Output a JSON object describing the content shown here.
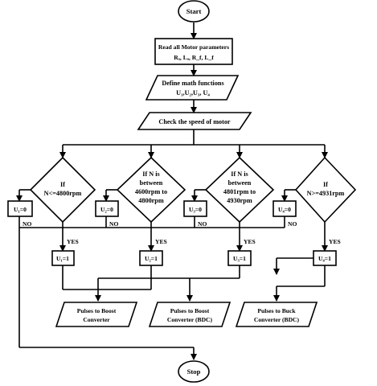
{
  "flowchart": {
    "start": "Start",
    "stop": "Stop",
    "read_params": {
      "line1": "Read all Motor parameters",
      "line2": "Rₐ, Lₐ, R_f, L_f"
    },
    "define_functions": {
      "line1": "Define math functions",
      "line2": "U₁,U₂,U₃, U₄"
    },
    "check_speed": "Check the speed of motor",
    "decisions": [
      {
        "lines": [
          "If",
          "N<=4800rpm"
        ]
      },
      {
        "lines": [
          "If N is",
          "between",
          "4600rpm to",
          "4800rpm"
        ]
      },
      {
        "lines": [
          "If N is",
          "between",
          "4801rpm to",
          "4930rpm"
        ]
      },
      {
        "lines": [
          "If",
          "N>=4931rpm"
        ]
      }
    ],
    "zero_boxes": [
      "U₁=0",
      "U₂=0",
      "U₃=0",
      "U₄=0"
    ],
    "one_boxes": [
      "U₁=1",
      "U₂=1",
      "U₃=1",
      "U₄=1"
    ],
    "yes_label": "YES",
    "no_label": "NO",
    "outputs": [
      {
        "line1": "Pulses to Boost",
        "line2": "Converter"
      },
      {
        "line1": "Pulses to Boost",
        "line2": "Converter (BDC)"
      },
      {
        "line1": "Pulses to Buck",
        "line2": "Converter (BDC)"
      }
    ]
  }
}
